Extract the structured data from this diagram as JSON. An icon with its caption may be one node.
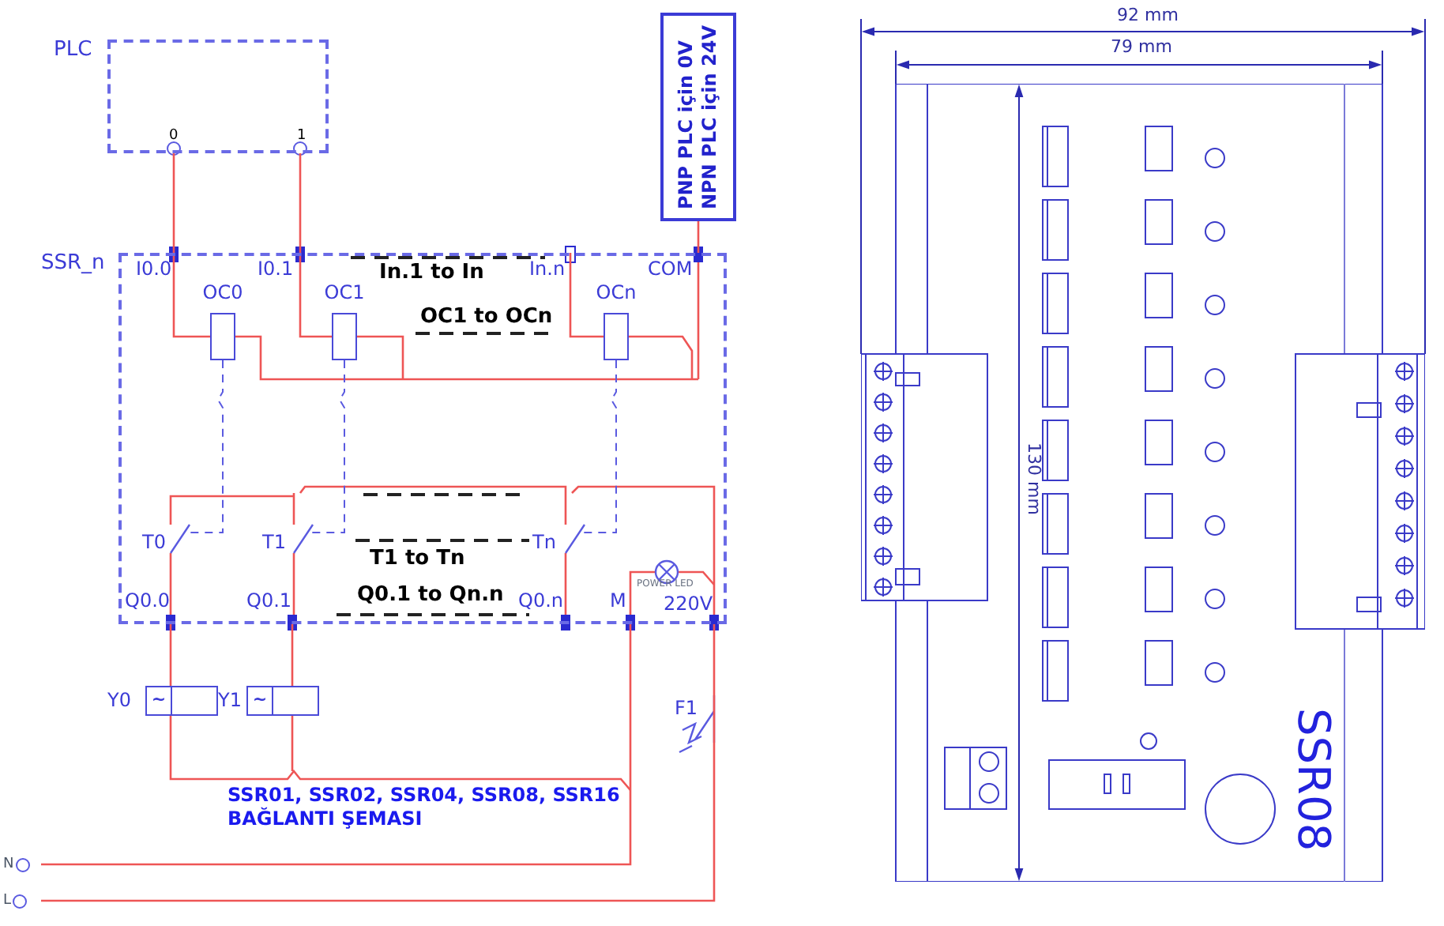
{
  "diagram": {
    "caption": "SSR01, SSR02, SSR04, SSR08, SSR16 BAĞLANTI ŞEMASI",
    "nodes": [
      {
        "text": [
          "PLC"
        ]
      },
      {
        "text": [
          "PNP PLC için 0V",
          "NPN PLC için 24V"
        ]
      },
      {
        "text": [
          "SSR_n"
        ]
      },
      {
        "text": [
          "OC0"
        ],
        "in": 2
      },
      {
        "text": [
          "OC1"
        ],
        "in": 2
      },
      {
        "text": [
          "OCn"
        ],
        "in": 2
      },
      {
        "text": [
          "Y0",
          "~"
        ]
      },
      {
        "text": [
          "Y1",
          "~"
        ]
      },
      {
        "text": [
          "N"
        ]
      },
      {
        "text": [
          "L"
        ]
      },
      {
        "text": [
          "SSR08"
        ]
      }
    ],
    "edges": [
      {
        "from": 0,
        "to": 2,
        "arrow": "none"
      },
      {
        "from": 0,
        "to": 2,
        "arrow": "none"
      },
      {
        "from": 1,
        "to": 2,
        "arrow": "none"
      },
      {
        "from": 2,
        "to": 6,
        "arrow": "none"
      },
      {
        "from": 2,
        "to": 7,
        "arrow": "none"
      },
      {
        "from": 2,
        "to": 8,
        "arrow": "none"
      },
      {
        "from": 2,
        "to": 9,
        "arrow": "none"
      },
      {
        "from": 2,
        "to": 3,
        "arrow": "none"
      },
      {
        "from": 2,
        "to": 4,
        "arrow": "none"
      },
      {
        "from": 2,
        "to": 5,
        "arrow": "none"
      }
    ],
    "labels": [
      "0",
      "1",
      "I0.0",
      "I0.1",
      "In.1 to In",
      "In.n",
      "COM",
      "OC1 to OCn",
      "T0",
      "T1",
      "Tn",
      "T1 to Tn",
      "Q0.0",
      "Q0.1",
      "Q0.1 to Qn.n",
      "Q0.n",
      "M",
      "POWER LED",
      "220V",
      "F1",
      "92 mm",
      "79 mm",
      "130 mm"
    ]
  }
}
